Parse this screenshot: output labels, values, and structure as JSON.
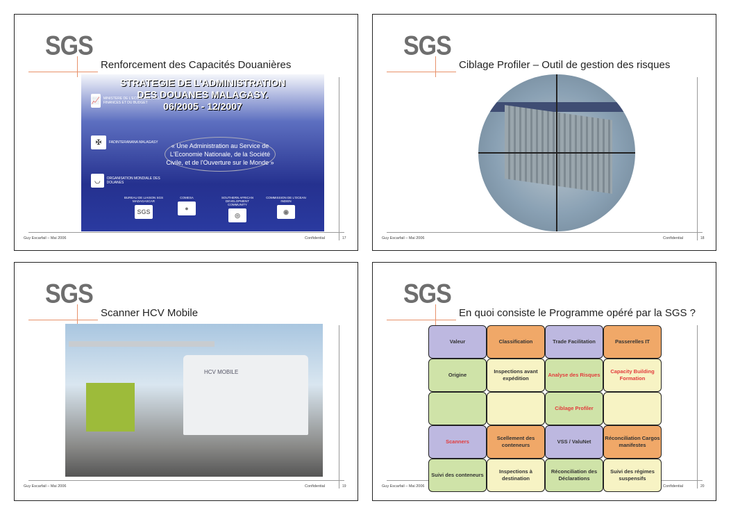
{
  "footer": {
    "author": "Guy Escarfail – Mai 2006",
    "confidential": "Confidential"
  },
  "logo": "SGS",
  "slides": [
    {
      "title": "Renforcement des Capacités Douanières",
      "page": "17",
      "image": {
        "heading": [
          "STRATEGIE DE L'ADMINISTRATION",
          "DES DOUANES MALAGASY.",
          "06/2005 - 12/2007"
        ],
        "quote": "« Une Administration au Service de L'Economie Nationale, de la Société Civile, et de l'Ouverture sur le Monde »",
        "side": [
          "MINISTERE DE L'ECONOMIE, DES FINANCES ET DU BUDGET",
          "FADINTERANANA MALAGASY",
          "ORGANISATION MONDIALE DES DOUANES"
        ],
        "bottom": [
          "BUREAU DE LIAISON SGS MADAGASCAR",
          "COMESA",
          "SOUTHERN AFRICAN DEVELOPMENT COMMUNITY",
          "COMMISSION DE L'OCEAN INDIEN"
        ],
        "bottom_logo": "SGS"
      }
    },
    {
      "title": "Ciblage Profiler – Outil de gestion des risques",
      "page": "18"
    },
    {
      "title": "Scanner HCV Mobile",
      "page": "19",
      "image": {
        "truck_label": "HCV MOBILE"
      }
    },
    {
      "title": "En quoi consiste le Programme opéré par la SGS ?",
      "page": "20",
      "puzzle": [
        {
          "label": "Valeur",
          "color": "#bdb8e0",
          "red": false
        },
        {
          "label": "Classification",
          "color": "#f0a868",
          "red": false
        },
        {
          "label": "Trade Facilitation",
          "color": "#bdb8e0",
          "red": false
        },
        {
          "label": "Passerelles IT",
          "color": "#f0a868",
          "red": false
        },
        {
          "label": "Origine",
          "color": "#cfe3a8",
          "red": false
        },
        {
          "label": "Inspections avant expédition",
          "color": "#f7f3c4",
          "red": false
        },
        {
          "label": "Analyse des Risques",
          "color": "#cfe3a8",
          "red": true
        },
        {
          "label": "Capacity Building Formation",
          "color": "#f7f3c4",
          "red": true
        },
        {
          "label": "",
          "color": "#cfe3a8",
          "red": false
        },
        {
          "label": "",
          "color": "#f7f3c4",
          "red": false
        },
        {
          "label": "Ciblage Profiler",
          "color": "#cfe3a8",
          "red": true
        },
        {
          "label": "",
          "color": "#f7f3c4",
          "red": false
        },
        {
          "label": "Scanners",
          "color": "#bdb8e0",
          "red": true
        },
        {
          "label": "Scellement des conteneurs",
          "color": "#f0a868",
          "red": false
        },
        {
          "label": "VSS / ValuNet",
          "color": "#bdb8e0",
          "red": false
        },
        {
          "label": "Réconciliation Cargos manifestes",
          "color": "#f0a868",
          "red": false
        },
        {
          "label": "Suivi des conteneurs",
          "color": "#cfe3a8",
          "red": false
        },
        {
          "label": "Inspections à destination",
          "color": "#f7f3c4",
          "red": false
        },
        {
          "label": "Réconciliation des Déclarations",
          "color": "#cfe3a8",
          "red": false
        },
        {
          "label": "Suivi des régimes suspensifs",
          "color": "#f7f3c4",
          "red": false
        }
      ]
    }
  ]
}
